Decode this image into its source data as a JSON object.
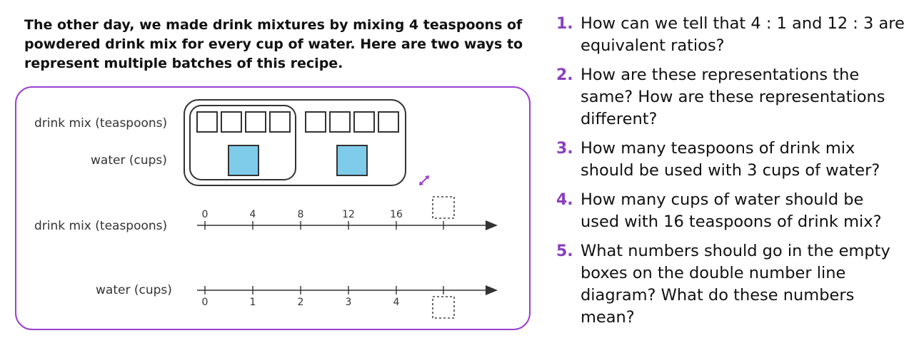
{
  "intro": "The other day, we made drink mixtures by mixing 4 teaspoons of powdered drink mix for every cup of water. Here are two ways to represent multiple batches of this recipe.",
  "diagram": {
    "tape_label_mix": "drink mix (teaspoons)",
    "tape_label_water": "water (cups)",
    "batches": 2,
    "mix_squares_per_batch": 4,
    "water_squares_per_batch": 1,
    "colors": {
      "water": "#7ecbea",
      "accent": "#9b3fcf"
    },
    "numberline_label_mix": "drink mix (teaspoons)",
    "numberline_label_water": "water (cups)",
    "mix_ticks": [
      "0",
      "4",
      "8",
      "12",
      "16"
    ],
    "water_ticks": [
      "0",
      "1",
      "2",
      "3",
      "4"
    ],
    "resize_icon": "resize-diagonal-icon"
  },
  "questions": [
    {
      "num": "1.",
      "text": "How can we tell that 4 : 1 and 12 : 3 are equivalent ratios?"
    },
    {
      "num": "2.",
      "text": "How are these representations the same? How are these representations different?"
    },
    {
      "num": "3.",
      "text": "How many teaspoons of drink mix should be used with 3 cups of water?"
    },
    {
      "num": "4.",
      "text": "How many cups of water should be used with 16 teaspoons of drink mix?"
    },
    {
      "num": "5.",
      "text": "What numbers should go in the empty boxes on the double number line diagram? What do these numbers mean?"
    }
  ]
}
